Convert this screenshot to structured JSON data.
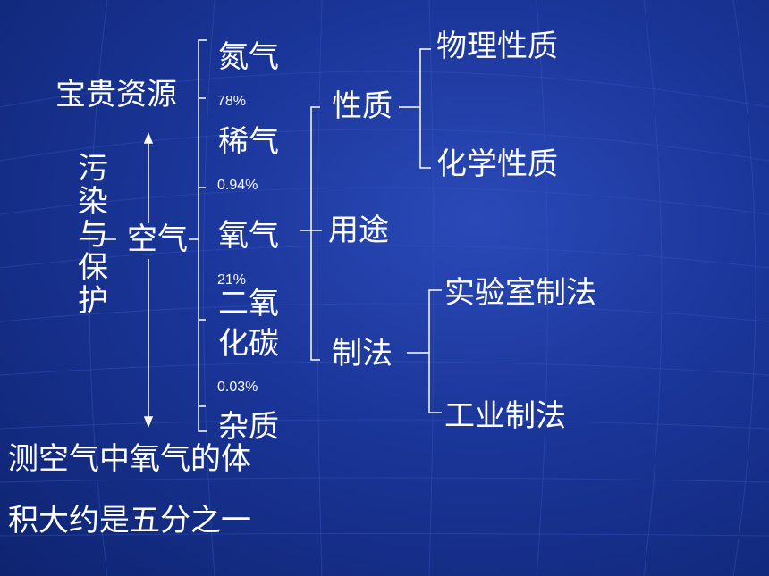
{
  "resource_label": "宝贵资源",
  "pollution_label": [
    "污",
    "染",
    "与",
    "保",
    "护"
  ],
  "air_label": "空气",
  "components": [
    {
      "name": "氮气",
      "percent": "78%"
    },
    {
      "name": "稀气",
      "percent": "0.94%"
    },
    {
      "name": "氧气",
      "percent": "21%"
    },
    {
      "name_line1": "二氧",
      "name_line2": "化碳",
      "percent": "0.03%"
    },
    {
      "name": "杂质"
    }
  ],
  "oxygen_topics": [
    "性质",
    "用途",
    "制法"
  ],
  "property_types": [
    "物理性质",
    "化学性质"
  ],
  "preparation_methods": [
    "实验室制法",
    "工业制法"
  ],
  "conclusion": [
    "测空气中氧气的体",
    "积大约是五分之一"
  ],
  "colors": {
    "background": "#1a3598",
    "text": "#ffffff",
    "grid": "#2e4fb8"
  }
}
